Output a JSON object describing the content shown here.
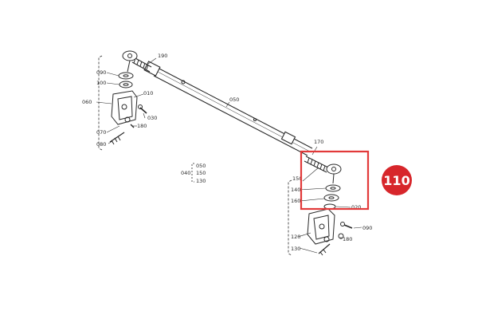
{
  "diagram": {
    "labels": {
      "l190": "190",
      "l090_top": "090",
      "l100_top": "100",
      "l010_top": "010",
      "l060": "060",
      "l030_top": "030",
      "l180_top": "180",
      "l070": "070",
      "l080": "080",
      "l050": "050",
      "l170": "170",
      "l150_right": "150",
      "l140": "140",
      "l160": "160",
      "l020": "020",
      "l090_bottom": "090",
      "l120": "120",
      "l180_bottom": "180",
      "l130": "130",
      "l040": "040",
      "l050_ref": "050",
      "l150_ref": "150",
      "l130_ref": "130"
    },
    "callout": {
      "number": "110",
      "badge_color": "#d7262b",
      "box_color": "#e23a3a"
    },
    "line_color": "#2a2a2a"
  }
}
